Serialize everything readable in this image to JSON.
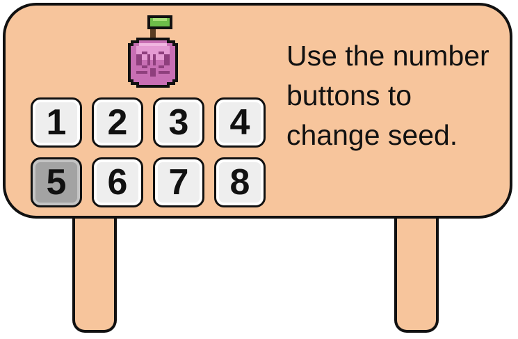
{
  "sign": {
    "instruction_text": "Use the number buttons to change seed.",
    "seed_icon": "pixel-fruit-seed-icon",
    "selected_seed": "5"
  },
  "buttons": [
    {
      "label": "1"
    },
    {
      "label": "2"
    },
    {
      "label": "3"
    },
    {
      "label": "4"
    },
    {
      "label": "5"
    },
    {
      "label": "6"
    },
    {
      "label": "7"
    },
    {
      "label": "8"
    }
  ],
  "colors": {
    "sign_fill": "#f7c59c",
    "outline": "#111111",
    "button_fill": "#eeeeee",
    "button_selected_fill": "#a3a3a3",
    "fruit_pink": "#d77fbf",
    "leaf_green": "#6dbd4a"
  }
}
